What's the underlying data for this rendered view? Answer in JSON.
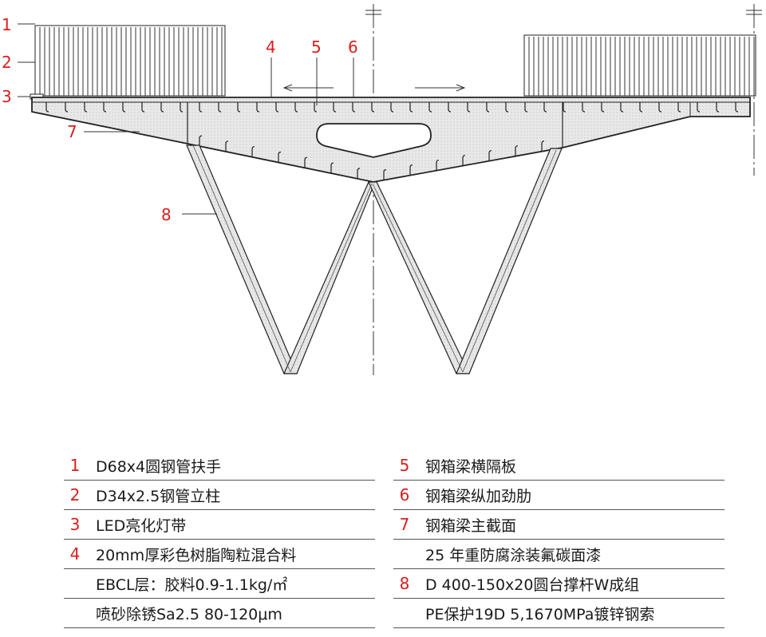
{
  "callouts": [
    "1",
    "2",
    "3",
    "4",
    "5",
    "6",
    "7",
    "8"
  ],
  "legend_left": [
    {
      "num": "1",
      "text": "D68x4圆钢管扶手"
    },
    {
      "num": "2",
      "text": "D34x2.5钢管立柱"
    },
    {
      "num": "3",
      "text": "LED亮化灯带"
    },
    {
      "num": "4",
      "text": "20mm厚彩色树脂陶粒混合料"
    },
    {
      "num": "",
      "text": "EBCL层：胶料0.9-1.1kg/㎡"
    },
    {
      "num": "",
      "text": "喷砂除锈Sa2.5 80-120μm"
    }
  ],
  "legend_right": [
    {
      "num": "5",
      "text": "钢箱梁横隔板"
    },
    {
      "num": "6",
      "text": "钢箱梁纵加劲肋"
    },
    {
      "num": "7",
      "text": "钢箱梁主截面"
    },
    {
      "num": "",
      "text": "25 年重防腐涂装氟碳面漆"
    },
    {
      "num": "8",
      "text": "D 400-150x20圆台撑杆W成组"
    },
    {
      "num": "",
      "text": "PE保护19D 5,1670MPa镀锌钢索"
    }
  ],
  "colors": {
    "callout": "#d81e1e",
    "line": "#222222",
    "fill": "#e6e6e6"
  }
}
